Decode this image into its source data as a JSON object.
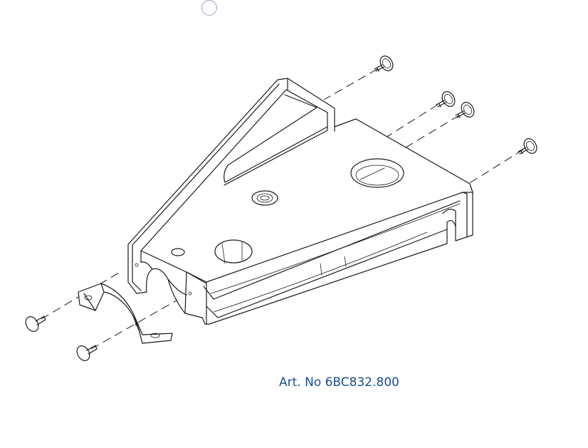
{
  "diagram": {
    "article_label": "Art. No 6BC832.800",
    "label_color": "#1c4f86",
    "line_color": "#1a1a1a",
    "parts": [
      "bracket-housing",
      "mounting-clamp",
      "screw",
      "screw",
      "screw",
      "screw",
      "bolt",
      "bolt"
    ]
  }
}
